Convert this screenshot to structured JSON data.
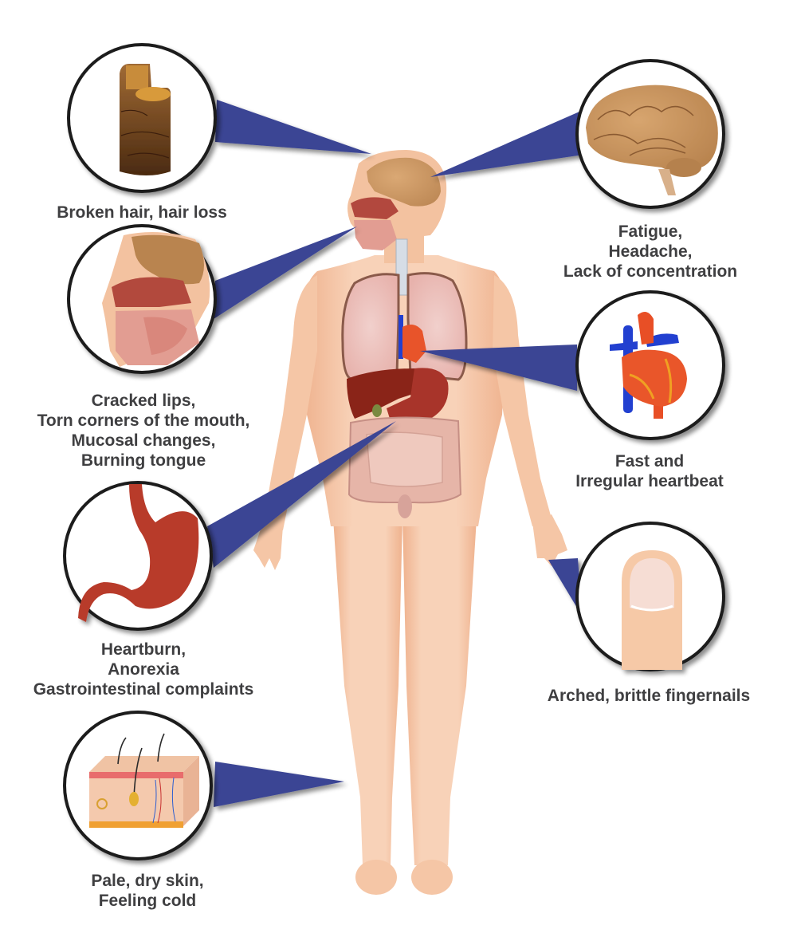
{
  "diagram": {
    "type": "anatomy-symptom-callouts",
    "colors": {
      "pointer": "#3a4494",
      "label_text": "#3f3f41",
      "skin": "#f7c9a8",
      "circle_border": "#1c1c1c",
      "organ_red": "#b83a2c",
      "brain": "#c9935f",
      "lungs": "#efc3bd",
      "vein_blue": "#1f3fd8"
    },
    "callouts": [
      {
        "id": "hair",
        "side": "left",
        "icon": "hair-strand-icon",
        "target": "scalp",
        "lines": [
          "Broken hair, hair loss"
        ]
      },
      {
        "id": "mouth",
        "side": "left",
        "icon": "head-cross-section-icon",
        "target": "mouth",
        "lines": [
          "Cracked lips,",
          "Torn corners of the mouth,",
          "Mucosal changes,",
          "Burning tongue"
        ]
      },
      {
        "id": "stomach",
        "side": "left",
        "icon": "stomach-icon",
        "target": "stomach",
        "lines": [
          "Heartburn,",
          "Anorexia",
          "Gastrointestinal complaints"
        ]
      },
      {
        "id": "skin",
        "side": "left",
        "icon": "skin-layers-icon",
        "target": "thigh",
        "lines": [
          "Pale, dry skin,",
          "Feeling cold"
        ]
      },
      {
        "id": "brain",
        "side": "right",
        "icon": "brain-icon",
        "target": "brain",
        "lines": [
          "Fatigue,",
          "Headache,",
          "Lack of concentration"
        ]
      },
      {
        "id": "heart",
        "side": "right",
        "icon": "heart-icon",
        "target": "heart",
        "lines": [
          "Fast and",
          "Irregular heartbeat"
        ]
      },
      {
        "id": "nail",
        "side": "right",
        "icon": "fingernail-icon",
        "target": "hand",
        "lines": [
          "Arched, brittle fingernails"
        ]
      }
    ]
  }
}
